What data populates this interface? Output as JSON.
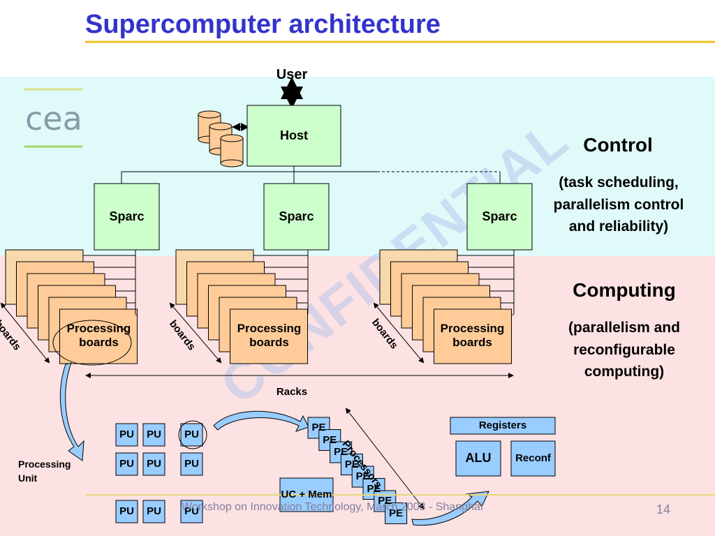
{
  "title": "Supercomputer architecture",
  "watermark": "CONFIDENTIAL",
  "colors": {
    "title": "#3333cc",
    "control_band": "#e0fafa",
    "computing_band": "#fde2e3",
    "green_box": "#ccffcc",
    "orange_box": "#ffcc99",
    "blue_box": "#99ccff",
    "accent_line": "#f0c020"
  },
  "nodes": {
    "user": "User",
    "host": "Host",
    "sparc": [
      "Sparc",
      "Sparc",
      "Sparc"
    ],
    "processing_boards": [
      "Processing boards",
      "Processing boards",
      "Processing boards"
    ],
    "boards_arrow": [
      "boards",
      "boards",
      "boards"
    ],
    "racks": "Racks",
    "processing_unit": "Processing Unit",
    "pu_grid": [
      "PU",
      "PU",
      "PU",
      "PU",
      "PU",
      "PU",
      "PU",
      "PU",
      "PU"
    ],
    "pe_chain": [
      "PE",
      "PE",
      "PE",
      "PE",
      "PE",
      "PE",
      "PE",
      "PE"
    ],
    "processors": "Processors",
    "uc_mem": "UC + Mem",
    "registers": "Registers",
    "alu": "ALU",
    "reconf": "Reconf"
  },
  "side": {
    "control_title": "Control",
    "control_desc": "(task scheduling, parallelism control and reliability)",
    "computing_title": "Computing",
    "computing_desc": "(parallelism and reconfigurable computing)"
  },
  "footer": {
    "text": "Workshop on Innovation Technology, March 2008 - Shanghaï",
    "page": "14"
  },
  "logo_text": "cea"
}
